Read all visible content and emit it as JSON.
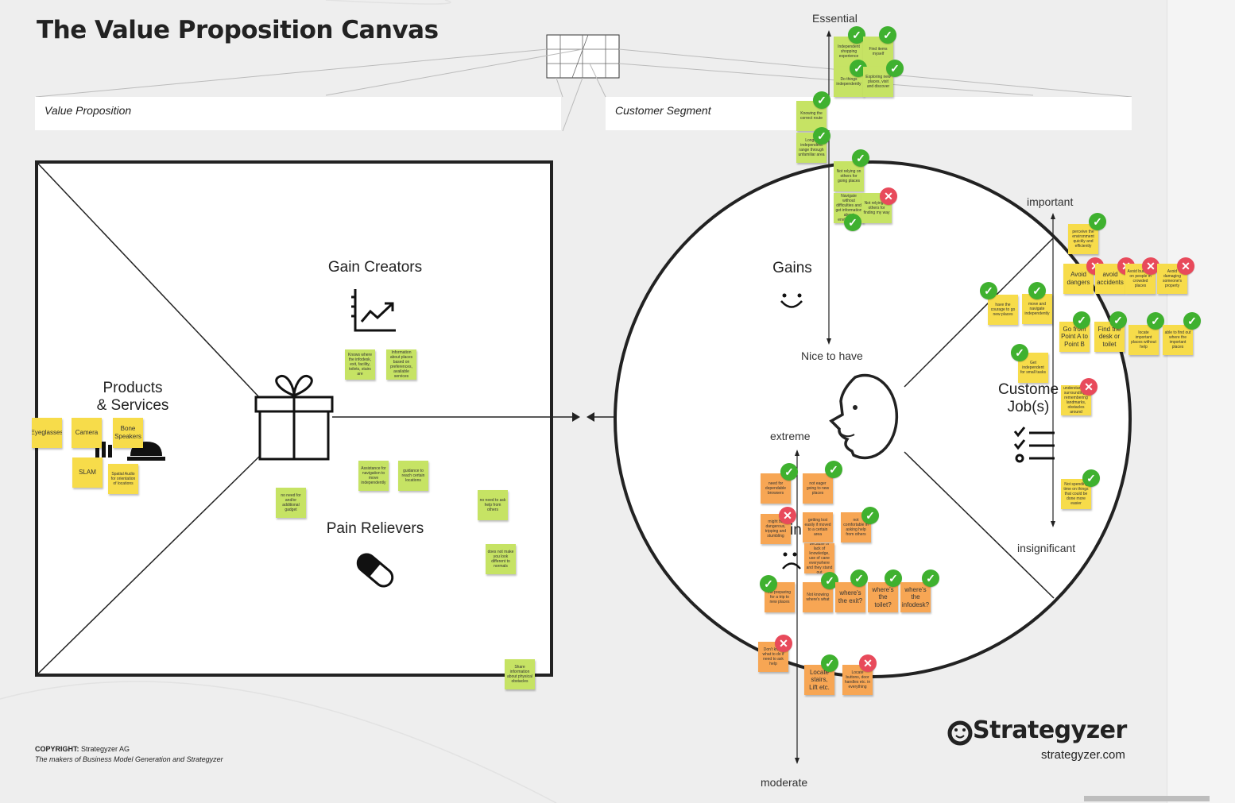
{
  "title": "The Value Proposition Canvas",
  "fields": {
    "value_proposition": "Value Proposition",
    "customer_segment": "Customer Segment"
  },
  "value_map": {
    "gain_creators": "Gain Creators",
    "pain_relievers": "Pain Relievers",
    "products_services_line1": "Products",
    "products_services_line2": "& Services"
  },
  "customer_profile": {
    "gains": "Gains",
    "pains_partial": "in",
    "customer_jobs_line1": "Custome",
    "customer_jobs_line2": "Job(s)"
  },
  "axes": {
    "gains_top": "Essential",
    "gains_bottom": "Nice to have",
    "jobs_top": "important",
    "jobs_bottom": "insignificant",
    "pains_top": "extreme",
    "pains_bottom": "moderate"
  },
  "copyright": {
    "label": "COPYRIGHT:",
    "holder": "Strategyzer AG",
    "tagline": "The makers of Business Model Generation and Strategyzer"
  },
  "brand": {
    "name": "Strategyzer",
    "url": "strategyzer.com"
  },
  "icons": [
    "gift-icon",
    "chart-up-icon",
    "pill-icon",
    "smiley-icon",
    "sad-face-icon",
    "checklist-icon",
    "products-icon",
    "strategyzer-logo-icon"
  ],
  "colors": {
    "note_green": "#c6e364",
    "note_yellow": "#f7dc4a",
    "note_orange": "#f7a654",
    "check": "#3fb12f",
    "cross": "#e84a5b"
  },
  "notes": {
    "products": [
      {
        "text": "Eyeglasses",
        "color": "y",
        "size": "big",
        "mark": "none"
      },
      {
        "text": "Camera",
        "color": "y",
        "size": "big",
        "mark": "none"
      },
      {
        "text": "Bone Speakers",
        "color": "y",
        "size": "big",
        "mark": "none"
      },
      {
        "text": "SLAM",
        "color": "y",
        "size": "big",
        "mark": "none"
      },
      {
        "text": "Spatial Audio for orientation of locations",
        "color": "y",
        "size": "small",
        "mark": "none"
      }
    ],
    "gain_creators": [
      {
        "text": "Knows where the infodesk, exit, facility, toilets, stairs are",
        "color": "g",
        "size": "small",
        "mark": "none"
      },
      {
        "text": "Information about places based on preferences, available services",
        "color": "g",
        "size": "small",
        "mark": "none"
      }
    ],
    "pain_relievers": [
      {
        "text": "Assistance for navigation to move independently",
        "color": "g",
        "size": "small",
        "mark": "none"
      },
      {
        "text": "guidance to reach certain locations",
        "color": "g",
        "size": "small",
        "mark": "none"
      },
      {
        "text": "no need for and/or additional gadget",
        "color": "g",
        "size": "small",
        "mark": "none"
      },
      {
        "text": "no need to ask help from others",
        "color": "g",
        "size": "small",
        "mark": "none"
      },
      {
        "text": "does not make you look different to normals",
        "color": "g",
        "size": "small",
        "mark": "none"
      },
      {
        "text": "Share information about physical obstacles",
        "color": "g",
        "size": "small",
        "mark": "none"
      }
    ],
    "gains": [
      {
        "text": "Independent shopping experience",
        "color": "g",
        "size": "small",
        "mark": "ok"
      },
      {
        "text": "Find items myself",
        "color": "g",
        "size": "small",
        "mark": "ok"
      },
      {
        "text": "Do things independently",
        "color": "g",
        "size": "small",
        "mark": "ok"
      },
      {
        "text": "Exploring new places, visit and discover",
        "color": "g",
        "size": "small",
        "mark": "ok"
      },
      {
        "text": "Knowing the correct route",
        "color": "g",
        "size": "small",
        "mark": "ok"
      },
      {
        "text": "Longer independent range through unfamiliar area",
        "color": "g",
        "size": "small",
        "mark": "ok"
      },
      {
        "text": "Not relying on others for going places",
        "color": "g",
        "size": "small",
        "mark": "ok"
      },
      {
        "text": "Navigate without difficulties and get information about environment",
        "color": "g",
        "size": "small",
        "mark": "ok"
      },
      {
        "text": "Not relying on others for finding my way",
        "color": "g",
        "size": "small",
        "mark": "no"
      }
    ],
    "jobs": [
      {
        "text": "perceive the environment quickly and efficiently",
        "color": "y",
        "size": "small",
        "mark": "ok"
      },
      {
        "text": "Avoid dangers",
        "color": "y",
        "size": "big",
        "mark": "no"
      },
      {
        "text": "avoid accidents",
        "color": "y",
        "size": "big",
        "mark": "no"
      },
      {
        "text": "Avoid bumping on people in crowded places",
        "color": "y",
        "size": "small",
        "mark": "no"
      },
      {
        "text": "Avoid damaging someone's property",
        "color": "y",
        "size": "small",
        "mark": "no"
      },
      {
        "text": "have the courage to go new places",
        "color": "y",
        "size": "small",
        "mark": "ok"
      },
      {
        "text": "move and navigate independently",
        "color": "y",
        "size": "small",
        "mark": "ok"
      },
      {
        "text": "Go from Point A to Point B",
        "color": "y",
        "size": "big",
        "mark": "ok"
      },
      {
        "text": "Find the desk or toilet",
        "color": "y",
        "size": "big",
        "mark": "ok"
      },
      {
        "text": "locate important places without help",
        "color": "y",
        "size": "small",
        "mark": "ok"
      },
      {
        "text": "able to find out where the important places",
        "color": "y",
        "size": "small",
        "mark": "ok"
      },
      {
        "text": "Get independent for small tasks",
        "color": "y",
        "size": "small",
        "mark": "ok"
      },
      {
        "text": "understanding surroundings, remembering landmarks, obstacles around",
        "color": "y",
        "size": "small",
        "mark": "no"
      },
      {
        "text": "Not spending time on things that could be done more easier",
        "color": "y",
        "size": "small",
        "mark": "ok"
      }
    ],
    "pains": [
      {
        "text": "need for dependable browsers",
        "color": "o",
        "size": "small",
        "mark": "ok"
      },
      {
        "text": "not eager going to new places",
        "color": "o",
        "size": "small",
        "mark": "ok"
      },
      {
        "text": "might be dangerous, tripping and stumbling",
        "color": "o",
        "size": "small",
        "mark": "no"
      },
      {
        "text": "getting lost easily if moved to a certain area",
        "color": "o",
        "size": "small",
        "mark": "none"
      },
      {
        "text": "not comfortable in asking help from others",
        "color": "o",
        "size": "small",
        "mark": "ok"
      },
      {
        "text": "because of lack of knowledge, use of cane everywhere and they stand out",
        "color": "o",
        "size": "small",
        "mark": "none"
      },
      {
        "text": "no preparing for a trip to new places",
        "color": "o",
        "size": "small",
        "mark": "ok"
      },
      {
        "text": "Not knowing where's what",
        "color": "o",
        "size": "small",
        "mark": "ok"
      },
      {
        "text": "where's the exit?",
        "color": "o",
        "size": "big",
        "mark": "ok"
      },
      {
        "text": "where's the toilet?",
        "color": "o",
        "size": "big",
        "mark": "ok"
      },
      {
        "text": "where's the infodesk?",
        "color": "o",
        "size": "big",
        "mark": "ok"
      },
      {
        "text": "Don't know what to do if need to ask help",
        "color": "o",
        "size": "small",
        "mark": "no"
      },
      {
        "text": "Locate stairs, Lift etc.",
        "color": "o",
        "size": "big",
        "mark": "ok"
      },
      {
        "text": "Locate buttons, door handles etc. in everything",
        "color": "o",
        "size": "small",
        "mark": "no"
      }
    ]
  }
}
